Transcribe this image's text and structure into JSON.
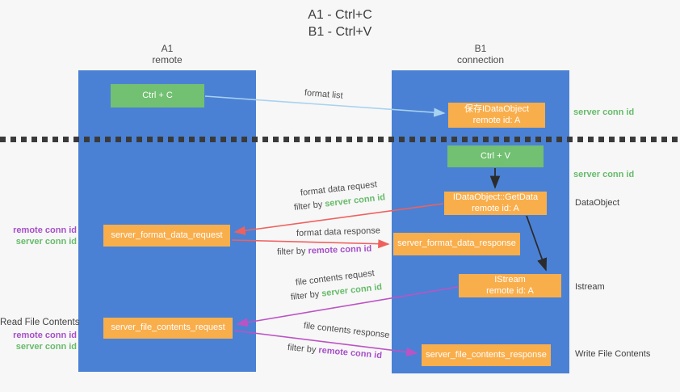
{
  "title": {
    "line1": "A1 - Ctrl+C",
    "line2": "B1 - Ctrl+V"
  },
  "lifelines": {
    "left": {
      "name": "A1",
      "role": "remote"
    },
    "right": {
      "name": "B1",
      "role": "connection"
    }
  },
  "nodes": {
    "ctrl_c": {
      "label": "Ctrl + C"
    },
    "save_idataobject": {
      "line1": "保存IDataObject",
      "line2": "remote id: A"
    },
    "ctrl_v": {
      "label": "Ctrl + V"
    },
    "getdata": {
      "line1": "IDataObject::GetData",
      "line2": "remote id: A"
    },
    "server_format_data_request": {
      "label": "server_format_data_request"
    },
    "server_format_data_response": {
      "label": "server_format_data_response"
    },
    "istream": {
      "line1": "IStream",
      "line2": "remote id: A"
    },
    "server_file_contents_request": {
      "label": "server_file_contents_request"
    },
    "server_file_contents_response": {
      "label": "server_file_contents_response"
    }
  },
  "edge_labels": {
    "format_list": "format list",
    "format_data_request": "format data request",
    "format_data_request_filter_prefix": "filter by ",
    "format_data_request_filter_key": "server conn id",
    "format_data_response": "format data response",
    "format_data_response_filter_prefix": "filter by ",
    "format_data_response_filter_key": "remote conn id",
    "file_contents_request": "file contents request",
    "file_contents_request_filter_prefix": "filter by ",
    "file_contents_request_filter_key": "server conn id",
    "file_contents_response": "file contents response",
    "file_contents_response_filter_prefix": "filter by ",
    "file_contents_response_filter_key": "remote conn id"
  },
  "side_labels": {
    "right_server_conn_id_1": "server conn id",
    "right_server_conn_id_2": "server conn id",
    "dataobject": "DataObject",
    "istream": "Istream",
    "write_file_contents": "Write File Contents",
    "left_remote_conn_id_1": "remote conn id",
    "left_server_conn_id_1": "server conn id",
    "read_file_contents": "Read File Contents",
    "left_remote_conn_id_2": "remote conn id",
    "left_server_conn_id_2": "server conn id"
  },
  "colors": {
    "lifeline_blue": "#4a81d4",
    "node_green": "#72c072",
    "node_orange": "#f9ae4c",
    "arrow_lightblue": "#a8d2f0",
    "arrow_black": "#2b2b2b",
    "arrow_red": "#ef615e",
    "arrow_magenta": "#bc53c5",
    "text_green": "#67bb6b",
    "text_purple": "#a650c8",
    "text_dark": "#3f3f3f"
  }
}
